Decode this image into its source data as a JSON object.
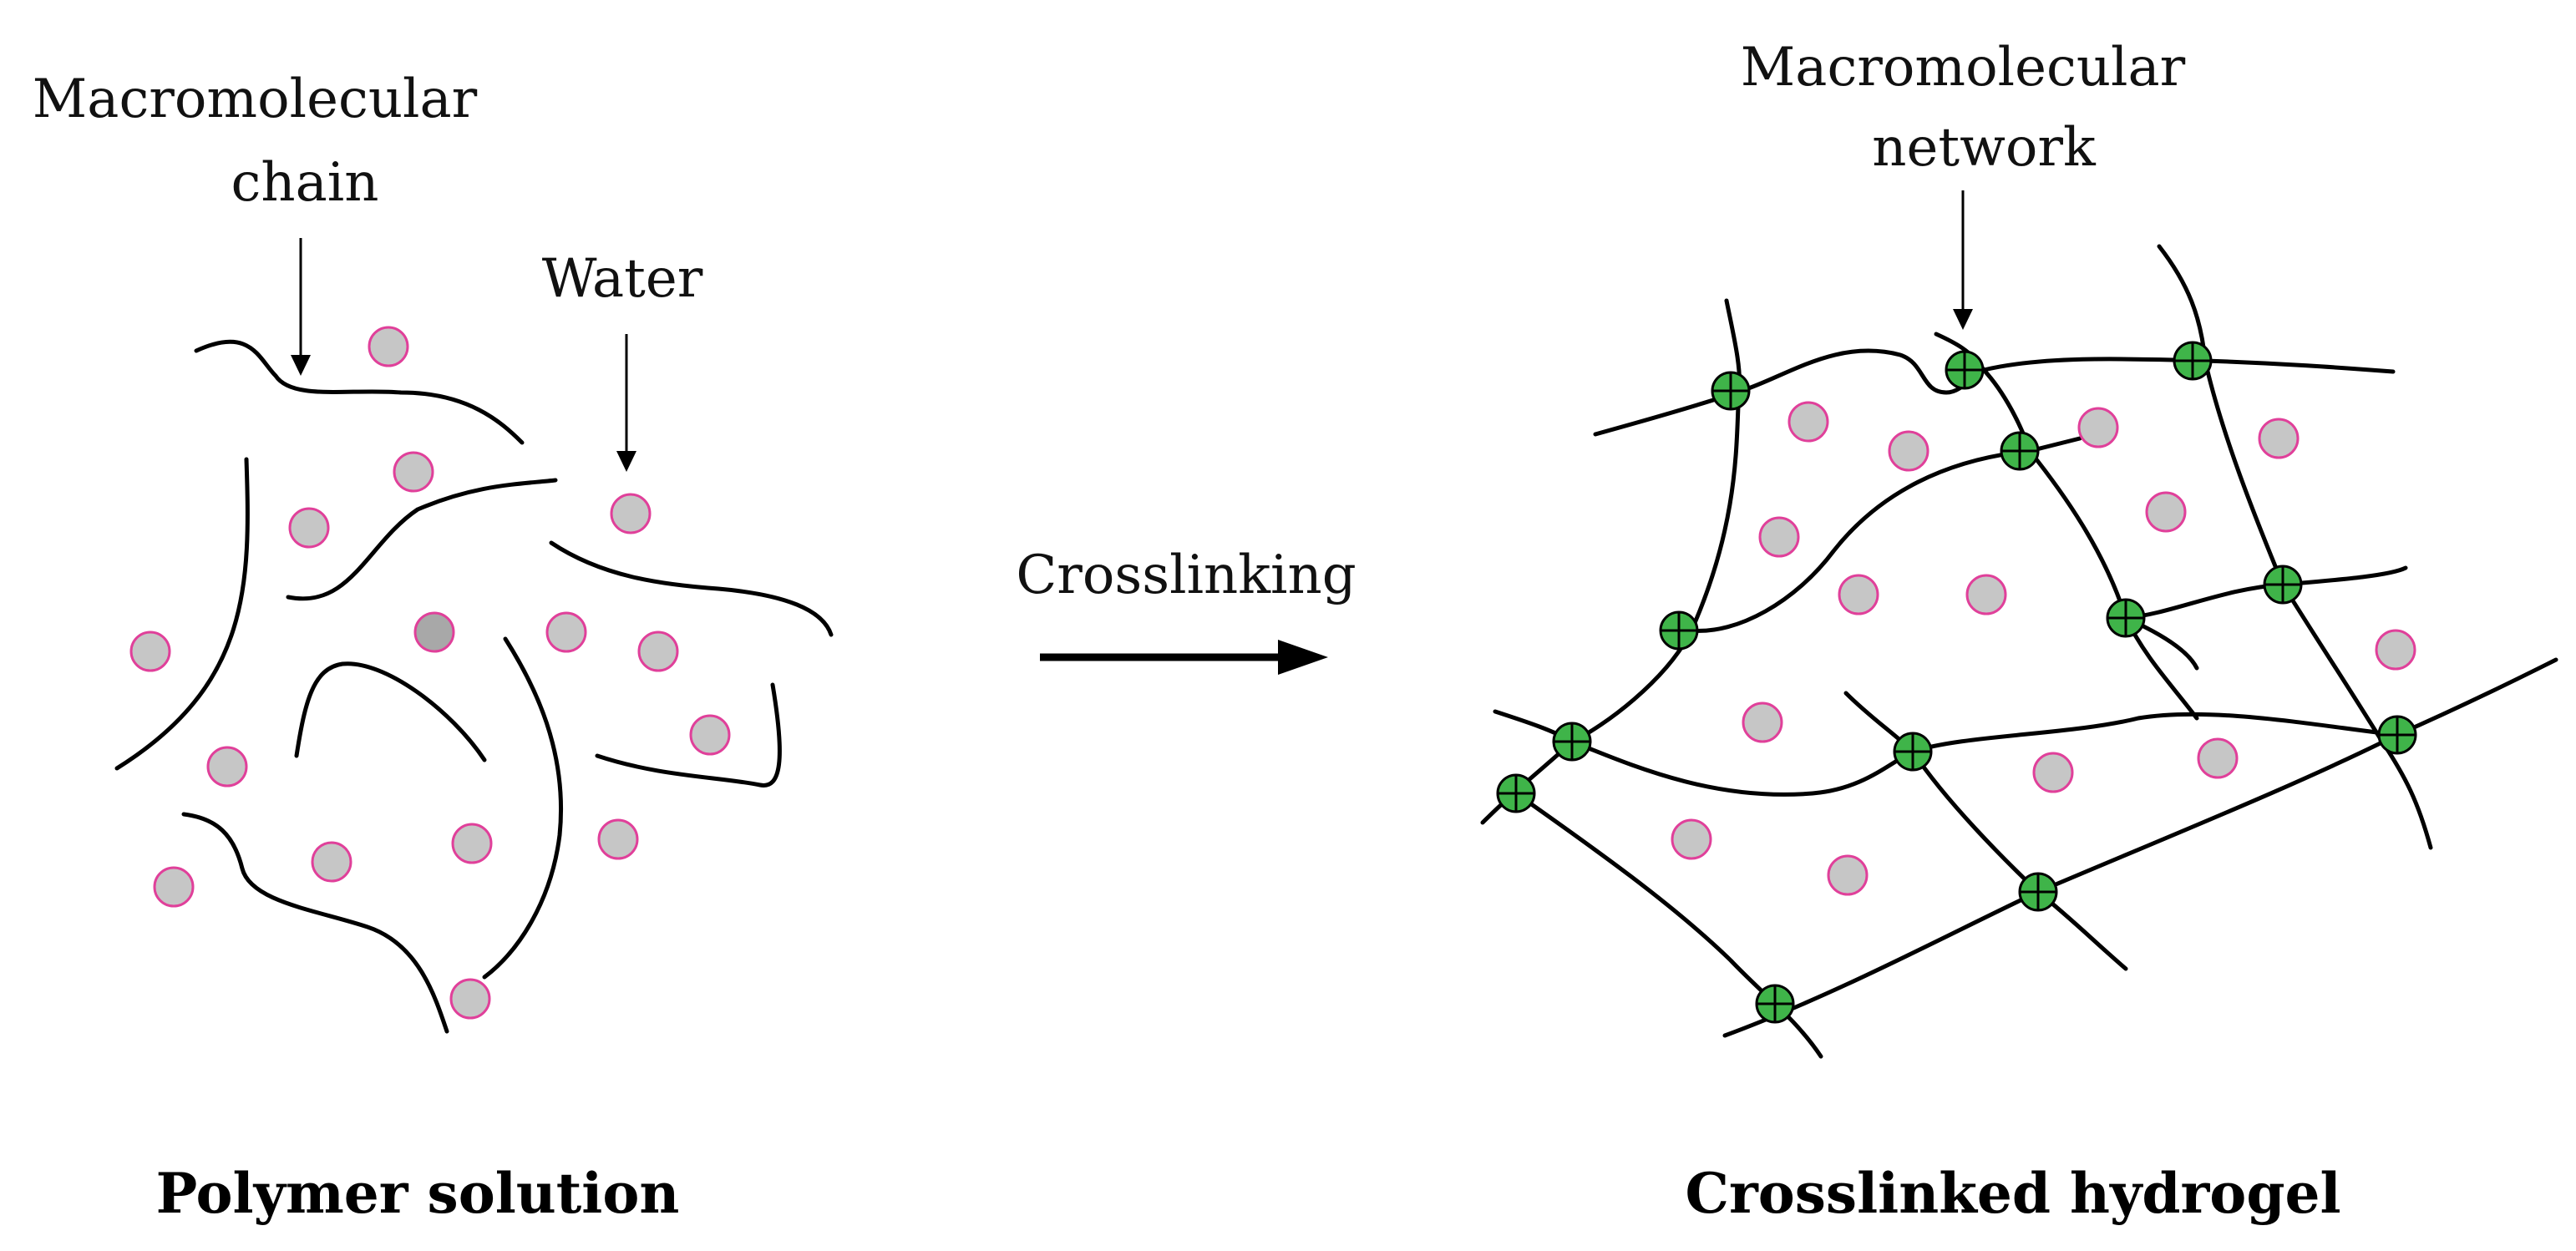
{
  "colors": {
    "water_fill": "#c6c6c6",
    "water_stroke": "#e0409a",
    "water_fill_dark": "#a8a8a8",
    "crosslink_fill": "#3fb449",
    "line": "#000000"
  },
  "left_panel": {
    "label_chain_line1": "Macromolecular",
    "label_chain_line2": "chain",
    "label_water": "Water",
    "caption": "Polymer solution"
  },
  "middle": {
    "process_label": "Crosslinking",
    "arrow_icon": "right-arrow-icon"
  },
  "right_panel": {
    "label_network_line1": "Macromolecular",
    "label_network_line2": "network",
    "caption": "Crosslinked hydrogel"
  }
}
